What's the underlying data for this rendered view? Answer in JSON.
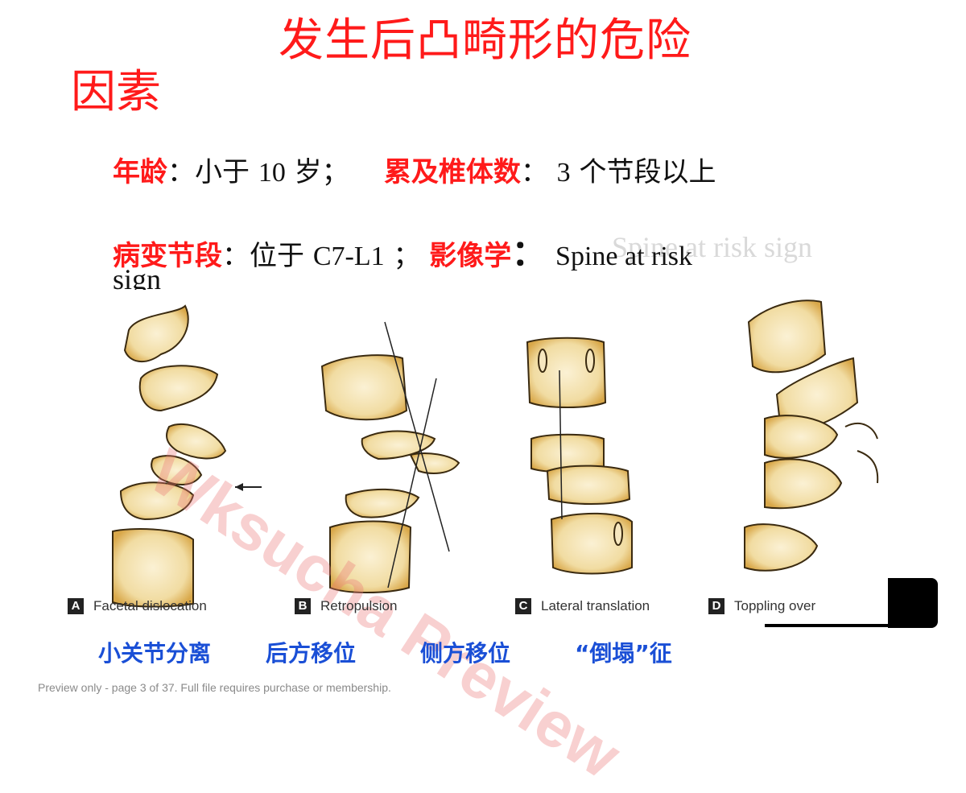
{
  "title": {
    "line1": "发生后凸畸形的危险",
    "line2": "因素"
  },
  "factors": {
    "age_label": "年龄",
    "age_sep": "：小于",
    "age_value": "10",
    "age_unit": "岁；",
    "vertebrae_label": "累及椎体数",
    "vertebrae_sep": "：",
    "vertebrae_value": "3",
    "vertebrae_unit": "个节段以上",
    "segment_label": "病变节段",
    "segment_sep": "：位于",
    "segment_value": "C7-L1",
    "segment_end": "；",
    "imaging_label": "影像学",
    "imaging_colon": "：",
    "imaging_value_line1": "Spine at risk",
    "imaging_value_line2": "sign",
    "imaging_ghost": "Spine at risk sign"
  },
  "figure": {
    "panels": [
      {
        "letter": "A",
        "caption": "Facetal dislocation",
        "cn": "小关节分离"
      },
      {
        "letter": "B",
        "caption": "Retropulsion",
        "cn": "后方移位"
      },
      {
        "letter": "C",
        "caption": "Lateral translation",
        "cn": "侧方移位"
      },
      {
        "letter": "D",
        "caption": "Toppling over",
        "cn": "“倒塌”征"
      }
    ],
    "bone_fill": "#f6e7bf",
    "bone_spot": "#d9a84a",
    "bone_stroke": "#3a2a10"
  },
  "watermark": "Wksucha Preview",
  "footer": "Preview only - page 3 of 37. Full file requires purchase or membership.",
  "colors": {
    "title_red": "#ff1a1a",
    "caption_blue": "#1a4fd6"
  }
}
